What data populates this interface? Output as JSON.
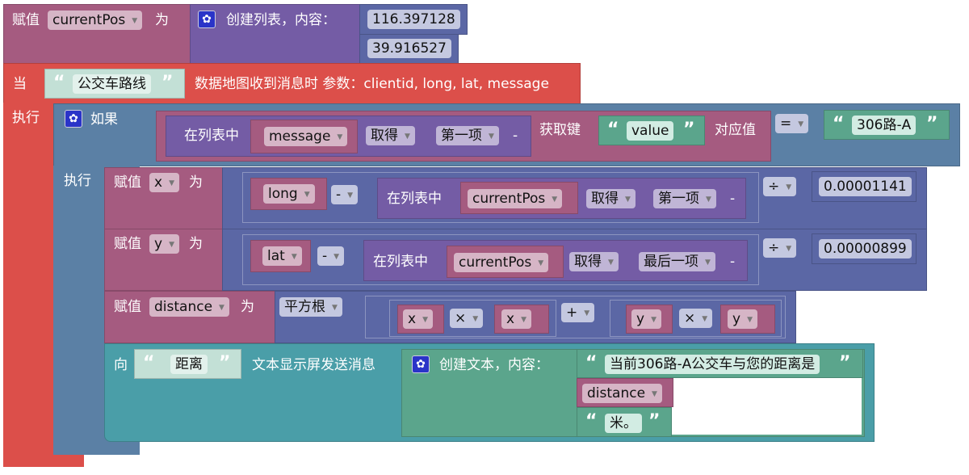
{
  "set_current": {
    "label": "赋值",
    "var": "currentPos",
    "to": "为"
  },
  "create_list": {
    "label": "创建列表，内容：",
    "items": [
      "116.397128",
      "39.916527"
    ]
  },
  "event": {
    "when": "当",
    "channel": "公交车路线",
    "text": "数据地图收到消息时  参数：clientid, long, lat, message",
    "do": "执行"
  },
  "if_block": {
    "label": "如果",
    "do": "执行"
  },
  "condition": {
    "in_list": "在列表中",
    "list_var": "message",
    "get": "取得",
    "first": "第一项",
    "dash": "-",
    "get_key": "获取键",
    "key": "value",
    "value_of": "对应值",
    "op": "=",
    "compare": "306路-A"
  },
  "set_x": {
    "label": "赋值",
    "var": "x",
    "to": "为",
    "a": "long",
    "minus": "-",
    "in_list": "在列表中",
    "list_var": "currentPos",
    "get": "取得",
    "which": "第一项",
    "dash": "-",
    "div": "÷",
    "divisor": "0.00001141"
  },
  "set_y": {
    "label": "赋值",
    "var": "y",
    "to": "为",
    "a": "lat",
    "minus": "-",
    "in_list": "在列表中",
    "list_var": "currentPos",
    "get": "取得",
    "which": "最后一项",
    "dash": "-",
    "div": "÷",
    "divisor": "0.00000899"
  },
  "set_distance": {
    "label": "赋值",
    "var": "distance",
    "to": "为",
    "func": "平方根",
    "x1": "x",
    "mul1": "×",
    "x2": "x",
    "plus": "+",
    "y1": "y",
    "mul2": "×",
    "y2": "y"
  },
  "send": {
    "to": "向",
    "target": "距离",
    "action": "文本显示屏发送消息",
    "create_text": "创建文本，内容：",
    "parts": [
      "当前306路-A公交车与您的距离是",
      "distance",
      "米。"
    ]
  },
  "colors": {
    "variable": "#a55b80",
    "list": "#745ca5",
    "math": "#5b67a5",
    "control": "#5b80a5",
    "event": "#dc4f4a",
    "text": "#5ba58c",
    "send": "#4a9ea8"
  }
}
